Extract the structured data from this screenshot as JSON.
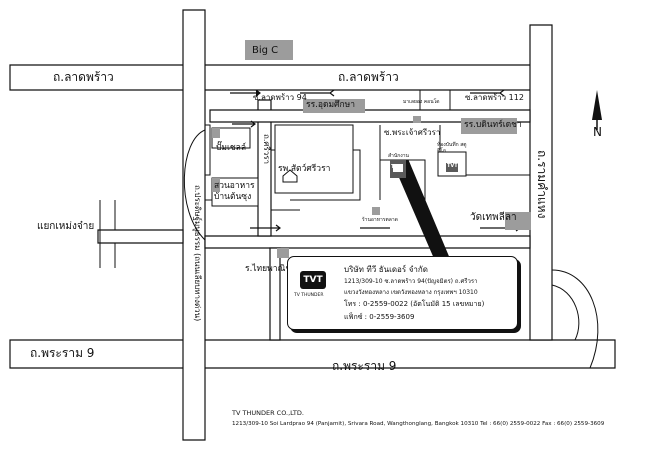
{
  "roads": {
    "lad_phrao_left": "ถ.ลาดพร้าว",
    "lad_phrao_main": "ถ.ลาดพร้าว",
    "rama9_left": "ถ.พระราม 9",
    "rama9_main": "ถ.พระราม 9",
    "ramkhamhaeng": "ถ.รามคำแหง",
    "pradit_manutham": "ถ.ประดิษฐ์มนูธรรม (ถนนเลียบทางด่วน)",
    "lad_phrao_94": "ซ.ลาดพร้าว 94",
    "lad_phrao_112": "ซ.ลาดพร้าว 112",
    "sriwara": "ถ.ศรีวรา",
    "phra_chao_sriwara": "ซ.พระเจ้าศรีวรา"
  },
  "landmarks": {
    "big_c": "Big C",
    "udom_suksa": "รร.อุดมศึกษา",
    "bandit_doem": "รร.บดินทร์เดชา",
    "gas_station": "ปั๊มเชลล์",
    "hospital": "รพ.สัตว์ศรีวรา",
    "garden_restaurant": "สวนอาหาร บ้านต้นซุง",
    "wat_thep_lila": "วัดเทพลีลา",
    "thai_panich": "ร.ไทยพาณิชย์",
    "intersection": "แยกเหม่งจ๋าย",
    "police_box": "มาเลยอง คอนโด",
    "studio_office": "สำนักงาน",
    "studio": "ห้องบันทึก สตูดิโอ",
    "shop_small": "ร้านอาหารตลาด"
  },
  "logo": {
    "mark": "TVT",
    "brand": "TV THUNDER"
  },
  "info_box": {
    "company": "บริษัท ทีวี ธันเดอร์ จำกัด",
    "address1": "1213/309-10 ซ.ลาดพร้าว 94(ปัญจมิตร) ถ.ศรีวรา",
    "address2": "แขวงวังทองหลาง เขตวังทองหลาง กรุงเทพฯ 10310",
    "phone": "โทร : 0-2559-0022 (อัตโนมัติ 15 เลขหมาย)",
    "fax": "แฟ็กซ์ : 0-2559-3609"
  },
  "compass": {
    "north": "N"
  },
  "footer": {
    "company": "TV THUNDER CO.,LTD.",
    "address": "1213/309-10 Soi Lardprao 94 (Panjamit), Srivara Road, Wangthonglang, Bangkok 10310  Tel : 66(0) 2559-0022  Fax : 66(0) 2559-3609"
  },
  "colors": {
    "road_fill": "#ffffff",
    "road_edge": "#111111",
    "landmark_grey": "#9c9c9c",
    "building_dark": "#5a5a5a"
  }
}
